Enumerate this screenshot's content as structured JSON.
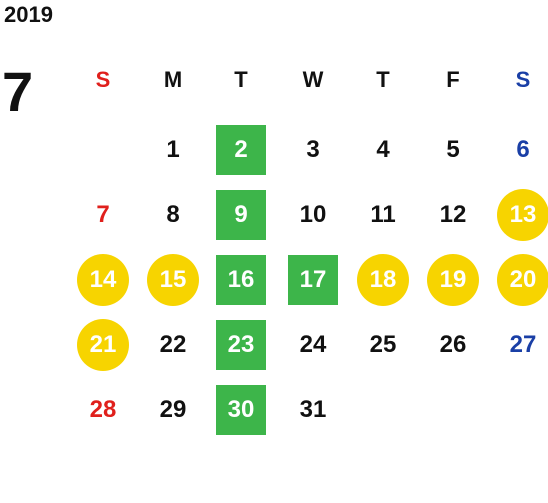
{
  "calendar": {
    "year": "2019",
    "month": "7",
    "weekdays": [
      "S",
      "M",
      "T",
      "W",
      "T",
      "F",
      "S"
    ],
    "weeks": [
      [
        {
          "day": "",
          "mark": ""
        },
        {
          "day": "1",
          "mark": ""
        },
        {
          "day": "2",
          "mark": "green"
        },
        {
          "day": "3",
          "mark": ""
        },
        {
          "day": "4",
          "mark": ""
        },
        {
          "day": "5",
          "mark": ""
        },
        {
          "day": "6",
          "mark": ""
        }
      ],
      [
        {
          "day": "7",
          "mark": ""
        },
        {
          "day": "8",
          "mark": ""
        },
        {
          "day": "9",
          "mark": "green"
        },
        {
          "day": "10",
          "mark": ""
        },
        {
          "day": "11",
          "mark": ""
        },
        {
          "day": "12",
          "mark": ""
        },
        {
          "day": "13",
          "mark": "yellow"
        }
      ],
      [
        {
          "day": "14",
          "mark": "yellow"
        },
        {
          "day": "15",
          "mark": "yellow"
        },
        {
          "day": "16",
          "mark": "green"
        },
        {
          "day": "17",
          "mark": "green"
        },
        {
          "day": "18",
          "mark": "yellow"
        },
        {
          "day": "19",
          "mark": "yellow"
        },
        {
          "day": "20",
          "mark": "yellow"
        }
      ],
      [
        {
          "day": "21",
          "mark": "yellow"
        },
        {
          "day": "22",
          "mark": ""
        },
        {
          "day": "23",
          "mark": "green"
        },
        {
          "day": "24",
          "mark": ""
        },
        {
          "day": "25",
          "mark": ""
        },
        {
          "day": "26",
          "mark": ""
        },
        {
          "day": "27",
          "mark": ""
        }
      ],
      [
        {
          "day": "28",
          "mark": ""
        },
        {
          "day": "29",
          "mark": ""
        },
        {
          "day": "30",
          "mark": "green"
        },
        {
          "day": "31",
          "mark": ""
        },
        {
          "day": "",
          "mark": ""
        },
        {
          "day": "",
          "mark": ""
        },
        {
          "day": "",
          "mark": ""
        }
      ]
    ]
  },
  "colors": {
    "sunday": "#e0201c",
    "saturday": "#1a3fa6",
    "green_mark": "#3db54a",
    "yellow_mark": "#f7d400"
  }
}
